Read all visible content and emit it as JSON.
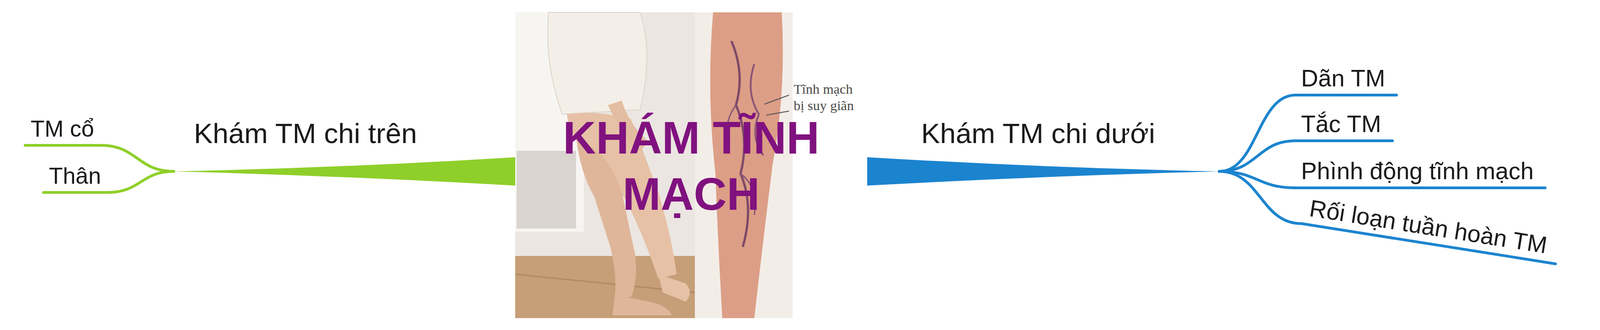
{
  "diagram": {
    "nodes": [
      {
        "text": [
          "KHÁM TĨNH MẠCH"
        ]
      },
      {
        "text": [
          "Khám TM chi trên"
        ]
      },
      {
        "text": [
          "TM cổ"
        ]
      },
      {
        "text": [
          "Thân"
        ]
      },
      {
        "text": [
          "Khám TM chi dưới"
        ]
      },
      {
        "text": [
          "Dãn TM"
        ]
      },
      {
        "text": [
          "Tắc TM"
        ]
      },
      {
        "text": [
          "Phình động tĩnh mạch"
        ]
      },
      {
        "text": [
          "Rối loạn tuần hoàn TM"
        ]
      }
    ],
    "edges": [
      {
        "from": 0,
        "to": 1,
        "arrow": "none"
      },
      {
        "from": 1,
        "to": 2,
        "arrow": "none"
      },
      {
        "from": 1,
        "to": 3,
        "arrow": "none"
      },
      {
        "from": 0,
        "to": 4,
        "arrow": "none"
      },
      {
        "from": 4,
        "to": 5,
        "arrow": "none"
      },
      {
        "from": 4,
        "to": 6,
        "arrow": "none"
      },
      {
        "from": 4,
        "to": 7,
        "arrow": "none"
      },
      {
        "from": 4,
        "to": 8,
        "arrow": "none"
      }
    ],
    "labels": [
      "Tĩnh mạch",
      "bị suy giãn"
    ]
  }
}
